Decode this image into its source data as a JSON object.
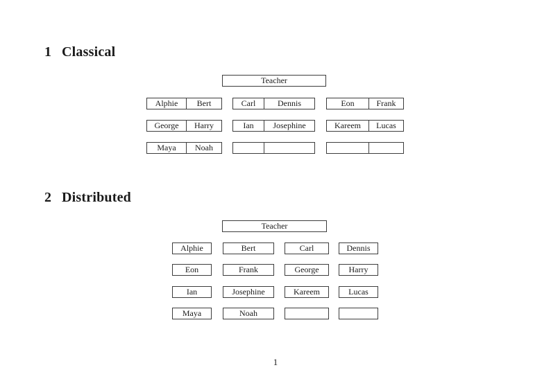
{
  "page": {
    "footer_page_number": "1"
  },
  "classical": {
    "heading_number": "1",
    "heading_title": "Classical",
    "teacher_label": "Teacher",
    "rows": [
      {
        "desks": [
          {
            "seats": [
              "Alphie",
              "Bert"
            ]
          },
          {
            "seats": [
              "Carl",
              "Dennis"
            ]
          },
          {
            "seats": [
              "Eon",
              "Frank"
            ]
          }
        ]
      },
      {
        "desks": [
          {
            "seats": [
              "George",
              "Harry"
            ]
          },
          {
            "seats": [
              "Ian",
              "Josephine"
            ]
          },
          {
            "seats": [
              "Kareem",
              "Lucas"
            ]
          }
        ]
      },
      {
        "desks": [
          {
            "seats": [
              "Maya",
              "Noah"
            ]
          },
          {
            "seats": [
              "",
              ""
            ]
          },
          {
            "seats": [
              "",
              ""
            ]
          }
        ]
      }
    ]
  },
  "distributed": {
    "heading_number": "2",
    "heading_title": "Distributed",
    "teacher_label": "Teacher",
    "rows": [
      {
        "desks": [
          "Alphie",
          "Bert",
          "Carl",
          "Dennis"
        ]
      },
      {
        "desks": [
          "Eon",
          "Frank",
          "George",
          "Harry"
        ]
      },
      {
        "desks": [
          "Ian",
          "Josephine",
          "Kareem",
          "Lucas"
        ]
      },
      {
        "desks": [
          "Maya",
          "Noah",
          "",
          ""
        ]
      }
    ]
  },
  "colors": {
    "border": "#3c3c3c",
    "text": "#1a1a1a",
    "background": "#ffffff"
  }
}
